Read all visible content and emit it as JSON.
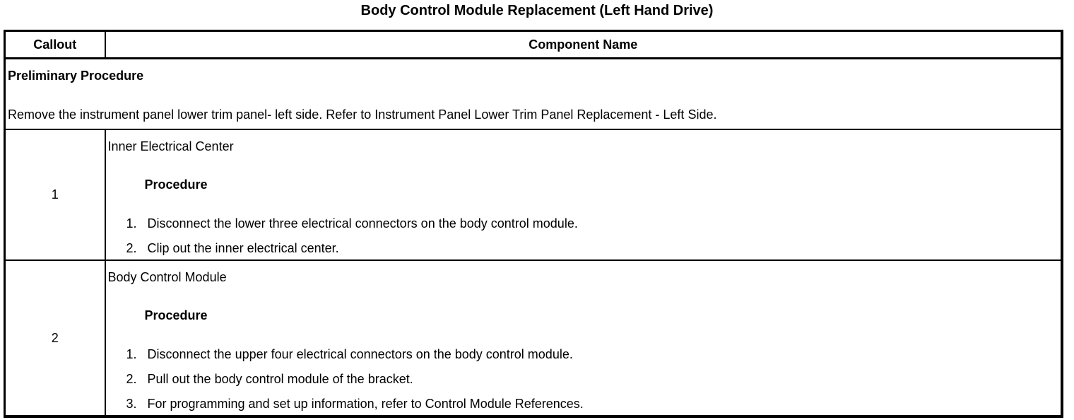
{
  "page_title": "Body Control Module Replacement (Left Hand Drive)",
  "table": {
    "headers": {
      "callout": "Callout",
      "component": "Component Name"
    },
    "preliminary": {
      "title": "Preliminary Procedure",
      "text": "Remove the instrument panel lower trim panel- left side. Refer to Instrument Panel Lower Trim Panel Replacement - Left Side."
    },
    "rows": [
      {
        "callout": "1",
        "component": "Inner Electrical Center",
        "procedure_label": "Procedure",
        "steps": [
          {
            "num": "1.",
            "text": "Disconnect the lower three electrical connectors on the body control module."
          },
          {
            "num": "2.",
            "text": "Clip out the inner electrical center."
          }
        ]
      },
      {
        "callout": "2",
        "component": "Body Control Module",
        "procedure_label": "Procedure",
        "steps": [
          {
            "num": "1.",
            "text": "Disconnect the upper four electrical connectors on the body control module."
          },
          {
            "num": "2.",
            "text": "Pull out the body control module of the bracket."
          },
          {
            "num": "3.",
            "text": "For programming and set up information, refer to Control Module References."
          }
        ]
      }
    ]
  }
}
